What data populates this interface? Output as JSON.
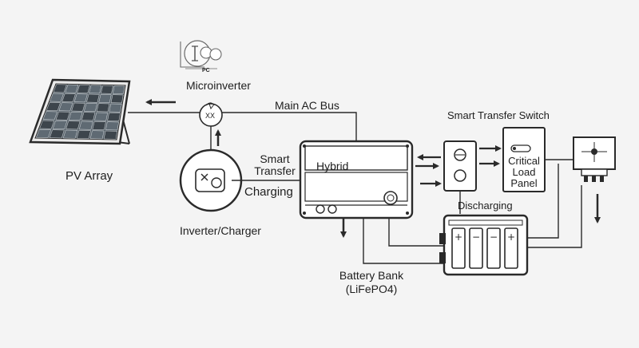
{
  "labels": {
    "pc_tag": "PC",
    "microinverter": "Microinverter",
    "main_ac_bus": "Main AC Bus",
    "smart_transfer_switch": "Smart Transfer Switch",
    "pv_array": "PV Array",
    "smart_transfer_line1": "Smart",
    "smart_transfer_line2": "Transfer",
    "charging": "Charging",
    "hybrid": "Hybrid",
    "critical_line1": "Critical",
    "critical_line2": "Load",
    "critical_line3": "Panel",
    "discharging": "Discharging",
    "inverter_charger": "Inverter/Charger",
    "battery_bank_line1": "Battery Bank",
    "battery_bank_line2": "(LiFePO4)",
    "microinverter_glyph": "XX"
  },
  "colors": {
    "stroke": "#2a2a2a",
    "panel_cell": "#5f6a73",
    "panel_cell_dark": "#3d454c",
    "background": "#f4f4f4",
    "box_fill": "#ffffff"
  },
  "icons": {
    "microinverter": "microinverter-icon",
    "inverter_charger": "inverter-charger-icon",
    "pv_panel": "solar-panel-icon",
    "battery": "battery-icon",
    "meter": "meter-icon"
  }
}
